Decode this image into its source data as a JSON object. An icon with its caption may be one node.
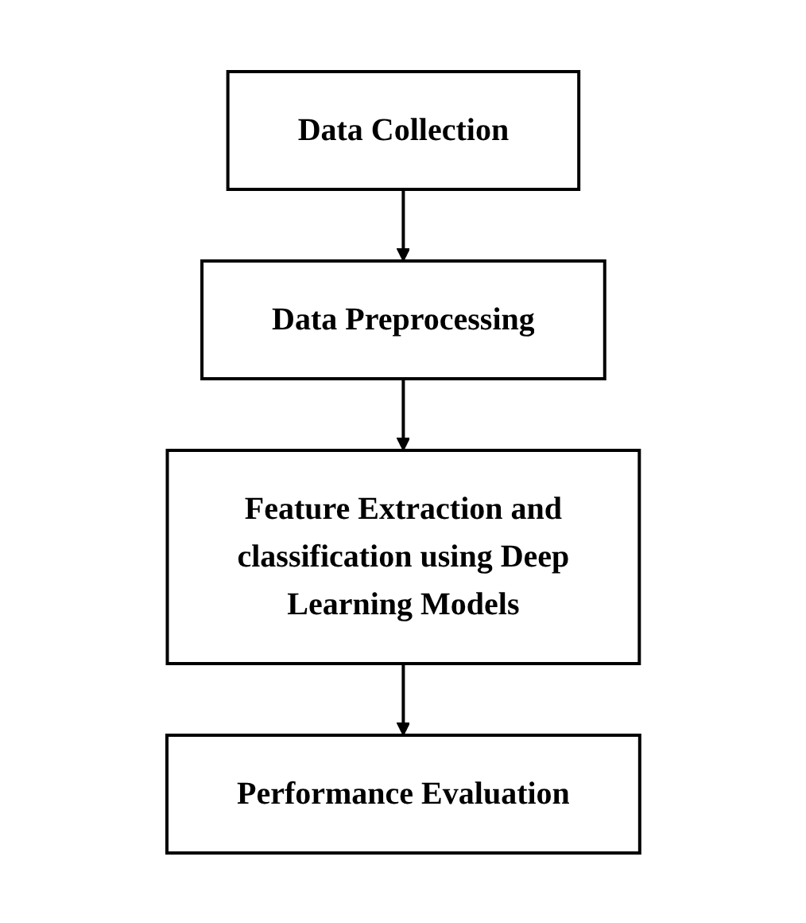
{
  "diagram": {
    "nodes": [
      {
        "text": [
          "Data Collection"
        ]
      },
      {
        "text": [
          "Data Preprocessing"
        ]
      },
      {
        "text": [
          "Feature Extraction and classification using Deep Learning Models"
        ]
      },
      {
        "text": [
          "Performance Evaluation"
        ]
      }
    ],
    "edges": [
      {
        "from": 0,
        "to": 1,
        "arrow": "to"
      },
      {
        "from": 1,
        "to": 2,
        "arrow": "to"
      },
      {
        "from": 2,
        "to": 3,
        "arrow": "to"
      }
    ]
  }
}
